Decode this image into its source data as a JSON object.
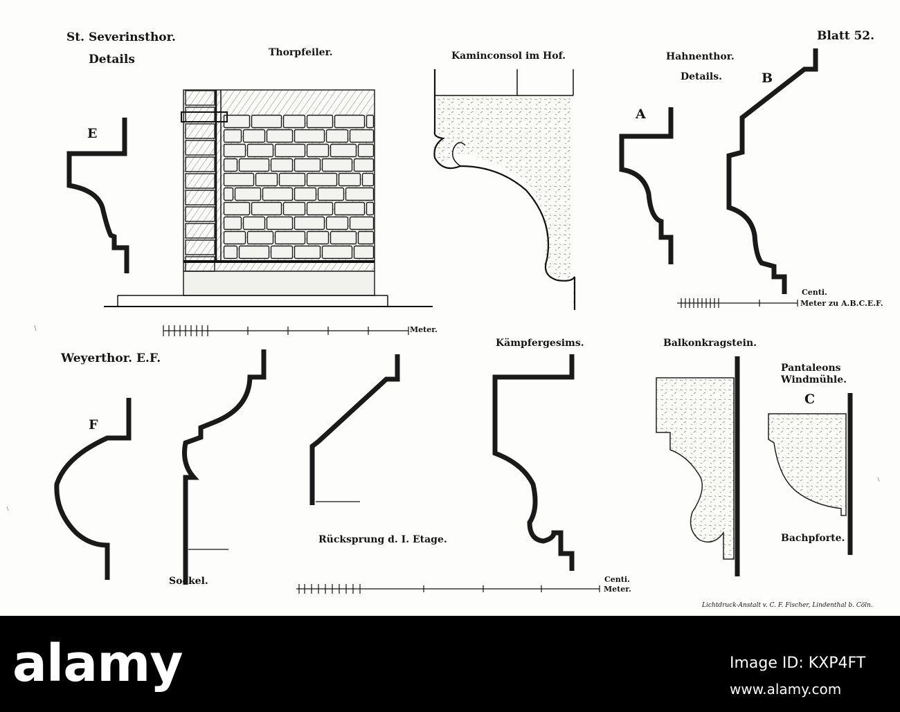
{
  "plate": {
    "title_line1": "St. Severinsthor.",
    "title_line2": "Details",
    "sheet": "Blatt 52.",
    "publisher": "Lichtdruck-Anstalt v. C. F. Fischer, Lindenthal b. Cöln."
  },
  "labels": {
    "thorpfeiler": "Thorpfeiler.",
    "kaminconsol": "Kaminconsol im Hof.",
    "hahnenthor": "Hahnenthor.",
    "hahnenthor_details": "Details.",
    "profile_a": "A",
    "profile_b": "B",
    "profile_e": "E",
    "profile_f": "F",
    "profile_c": "C",
    "weyerthor": "Weyerthor. E.F.",
    "sockel": "Sockel.",
    "ruecksprung": "Rücksprung d. I. Etage.",
    "kaempfergesims": "Kämpfergesims.",
    "balkonkragstein": "Balkonkragstein.",
    "pantaleons_line1": "Pantaleons",
    "pantaleons_line2": "Windmühle.",
    "bachpforte": "Bachpforte."
  },
  "scales": {
    "scale1_unit": "Meter.",
    "scale2_unit_line1": "Centi.",
    "scale2_unit_line2": "Meter zu A.B.C.E.F.",
    "scale3_unit_line1": "Centi.",
    "scale3_unit_line2": "Meter."
  },
  "watermark": {
    "brand": "alamy",
    "image_id": "Image ID: KXP4FT",
    "url": "www.alamy.com"
  }
}
